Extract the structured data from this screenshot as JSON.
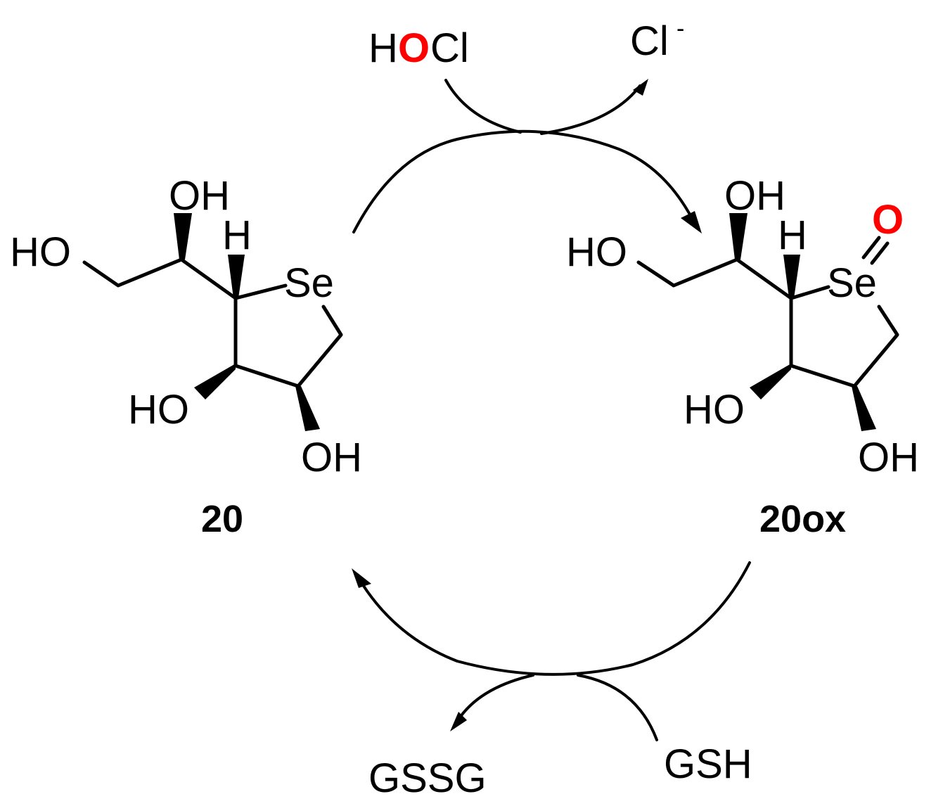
{
  "reagents": {
    "hocl": {
      "h": "H",
      "o": "O",
      "cl": "Cl"
    },
    "chloride": {
      "cl": "Cl",
      "charge": "-"
    },
    "gssg": "GSSG",
    "gsh": "GSH"
  },
  "compound_20": {
    "label": "20",
    "atoms": {
      "oh_top": "OH",
      "ho_left": "HO",
      "h_stereo": "H",
      "se": "Se",
      "ho_bottom_left": "HO",
      "oh_bottom_right": "OH"
    }
  },
  "compound_20ox": {
    "label": "20ox",
    "atoms": {
      "oh_top": "OH",
      "ho_left": "HO",
      "h_stereo": "H",
      "se": "Se",
      "oxo": "O",
      "ho_bottom_left": "HO",
      "oh_bottom_right": "OH"
    }
  },
  "colors": {
    "highlight": "#ff0000",
    "ink": "#000000"
  }
}
